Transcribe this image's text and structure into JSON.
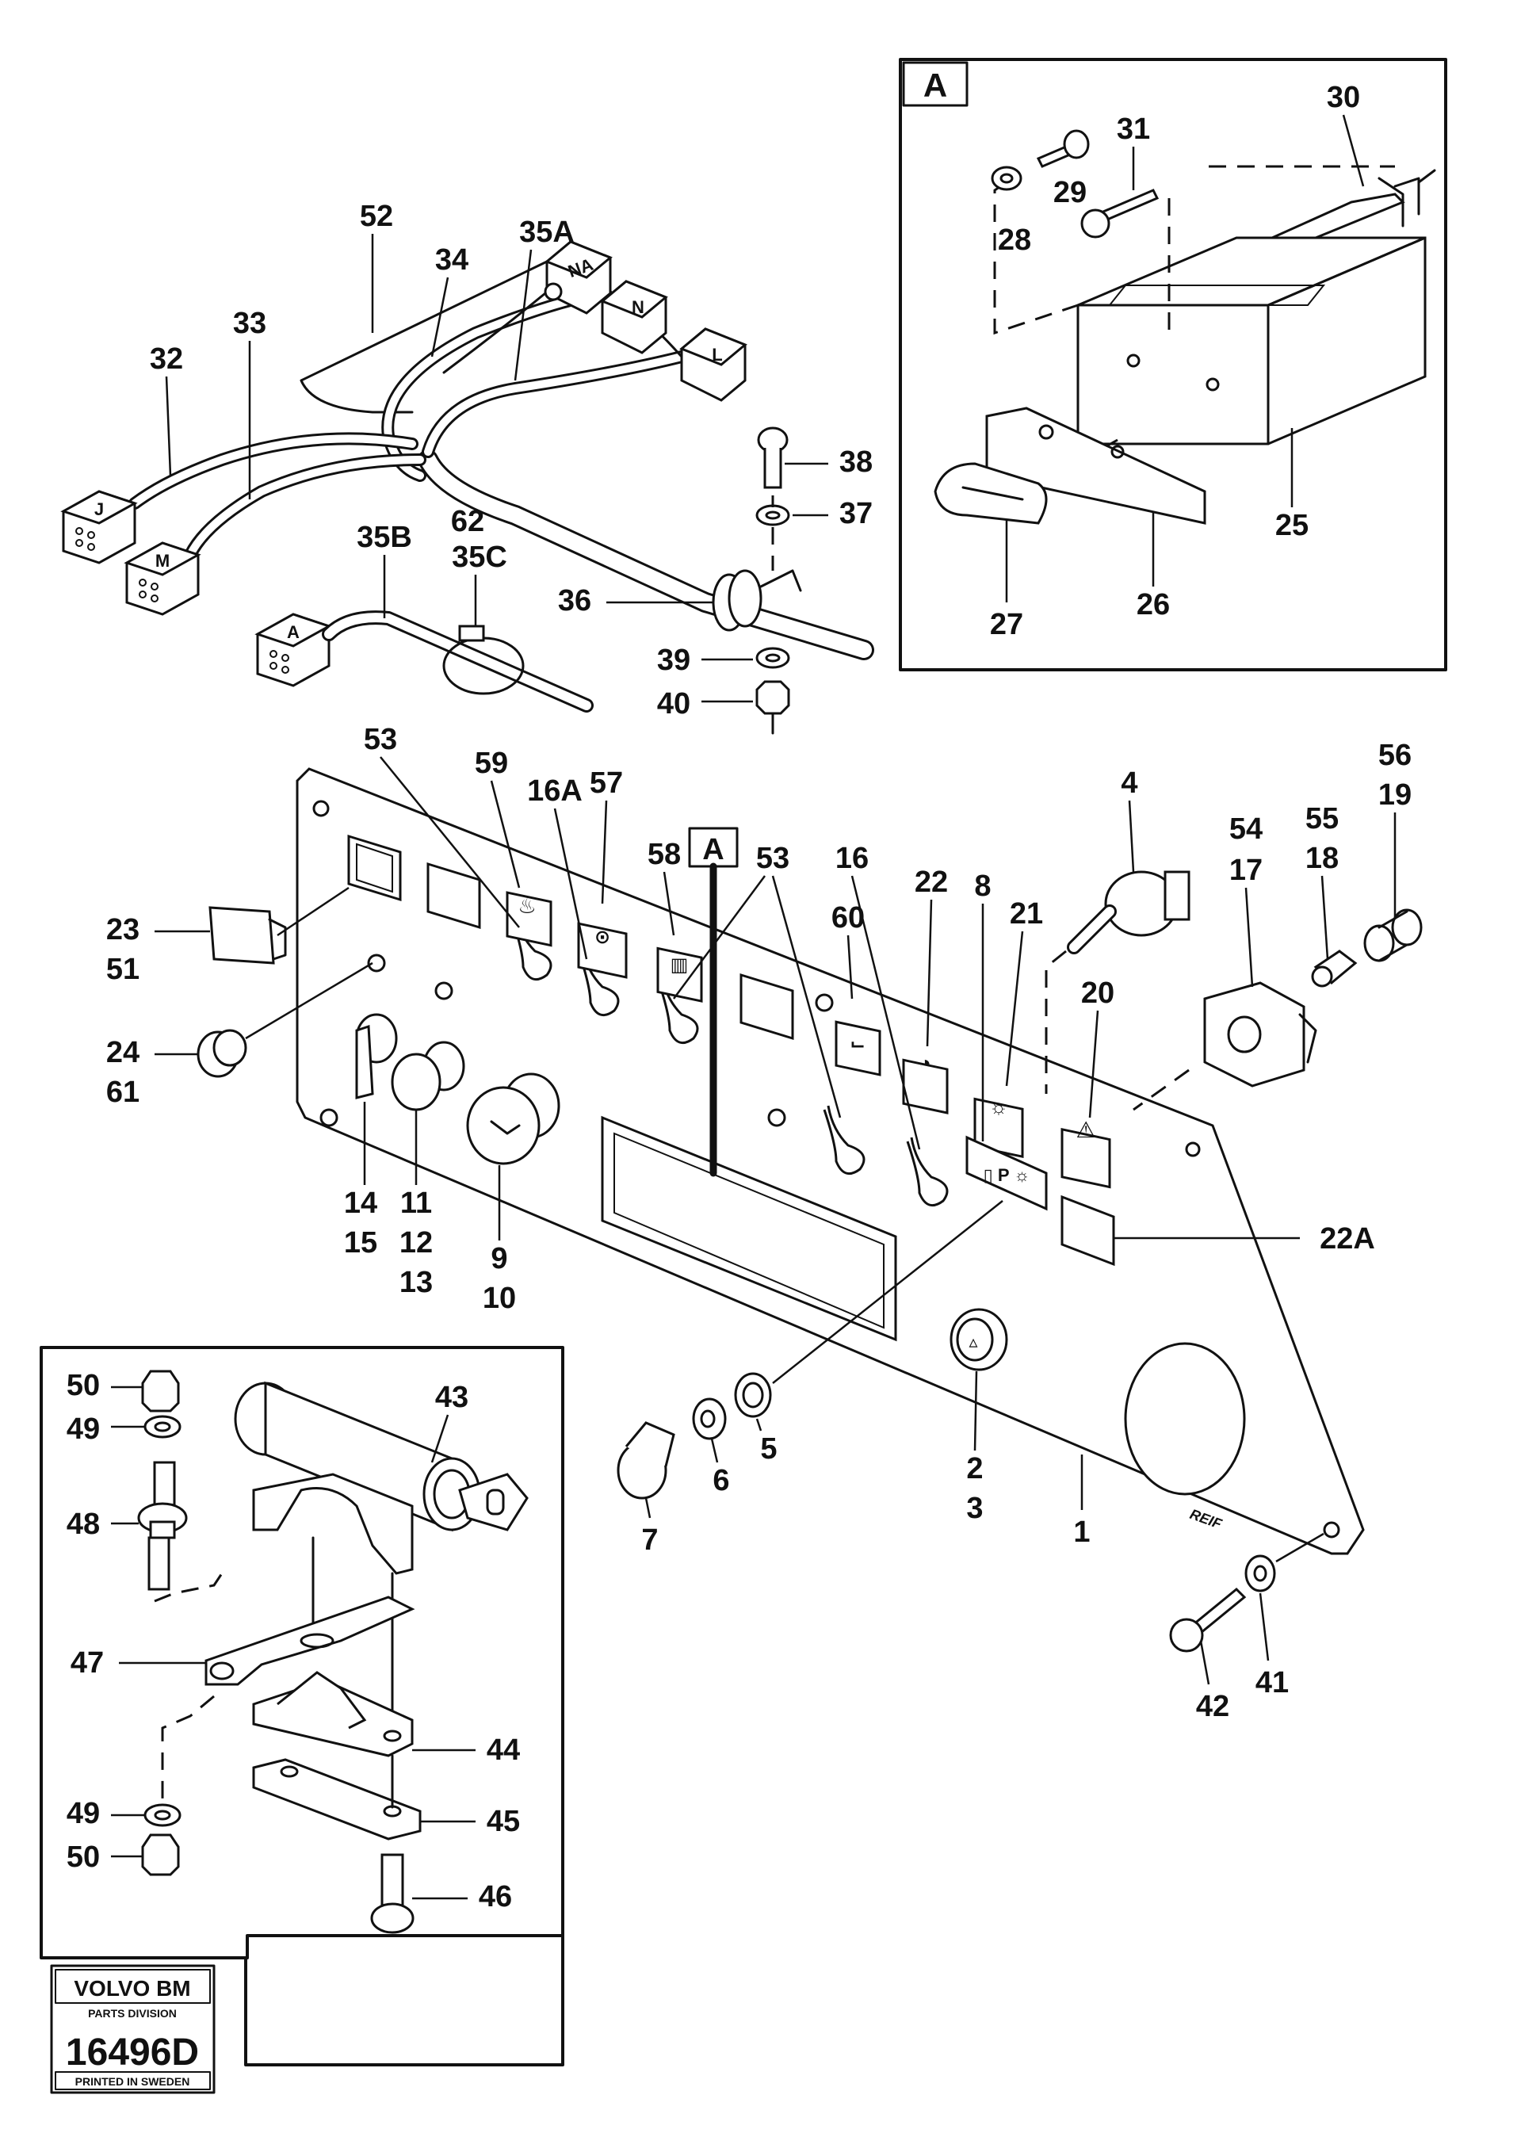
{
  "inset_a_tag": "A",
  "panel_callout": "A",
  "callouts": {
    "c30": "30",
    "c31": "31",
    "c29": "29",
    "c28": "28",
    "c25": "25",
    "c26": "26",
    "c27": "27",
    "c52": "52",
    "c35a": "35A",
    "c34": "34",
    "c33": "33",
    "c32": "32",
    "c38": "38",
    "c37": "37",
    "c62": "62",
    "c35b": "35B",
    "c35c": "35C",
    "c36": "36",
    "c39": "39",
    "c40": "40",
    "c53a": "53",
    "c59": "59",
    "c16a": "16A",
    "c57": "57",
    "c58": "58",
    "c53b": "53",
    "c16": "16",
    "c22": "22",
    "c8": "8",
    "c60": "60",
    "c21": "21",
    "c4": "4",
    "c20": "20",
    "c54": "54",
    "c17": "17",
    "c55": "55",
    "c18": "18",
    "c56": "56",
    "c19": "19",
    "c23": "23",
    "c51": "51",
    "c24": "24",
    "c61": "61",
    "c14": "14",
    "c15": "15",
    "c11": "11",
    "c12": "12",
    "c13": "13",
    "c9": "9",
    "c10": "10",
    "c22a": "22A",
    "c5": "5",
    "c6": "6",
    "c7": "7",
    "c2": "2",
    "c3": "3",
    "c1": "1",
    "c41": "41",
    "c42": "42",
    "c50a": "50",
    "c49a": "49",
    "c48": "48",
    "c43": "43",
    "c47": "47",
    "c44": "44",
    "c45": "45",
    "c49b": "49",
    "c50b": "50",
    "c46": "46"
  },
  "connector_labels": {
    "na": "NA",
    "n": "N",
    "l": "L",
    "j": "J",
    "m": "M",
    "a": "A"
  },
  "panel_marking": "REIF",
  "stamp": {
    "brand": "VOLVO BM",
    "division": "PARTS DIVISION",
    "number": "16496D",
    "printed": "PRINTED IN SWEDEN"
  }
}
